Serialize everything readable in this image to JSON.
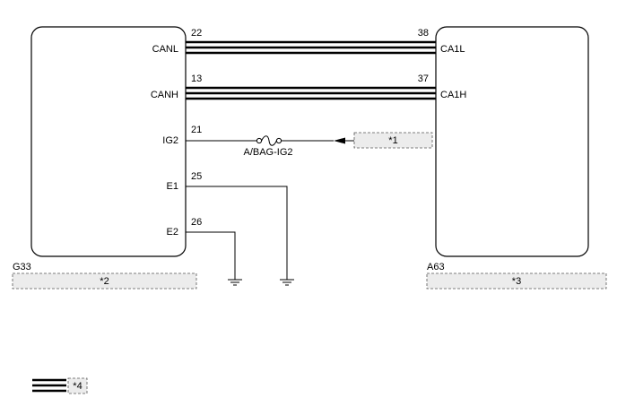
{
  "ecu_left": {
    "connector_id": "G33",
    "callout": "*2",
    "pins": {
      "canl": {
        "name": "CANL",
        "number": "22"
      },
      "canh": {
        "name": "CANH",
        "number": "13"
      },
      "ig2": {
        "name": "IG2",
        "number": "21"
      },
      "e1": {
        "name": "E1",
        "number": "25"
      },
      "e2": {
        "name": "E2",
        "number": "26"
      }
    }
  },
  "ecu_right": {
    "connector_id": "A63",
    "callout": "*3",
    "pins": {
      "ca1l": {
        "name": "CA1L",
        "number": "38"
      },
      "ca1h": {
        "name": "CA1H",
        "number": "37"
      }
    }
  },
  "fuse": {
    "label": "A/BAG-IG2"
  },
  "power_source": {
    "callout": "*1"
  },
  "legend": {
    "callout": "*4"
  }
}
